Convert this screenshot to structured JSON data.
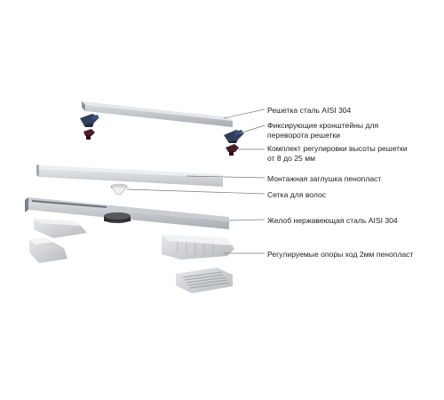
{
  "colors": {
    "steel": "#b9bcc0",
    "steel_dark": "#8c9096",
    "foam": "#d4d6d9",
    "bracket_navy": "#2f3e5c",
    "bracket_dark": "#4a1f25",
    "leader": "#7a7d82",
    "text": "#222222"
  },
  "labels": {
    "grate": "Решетка  сталь AISI 304",
    "brackets": "Фиксирующие кронштейны для\nпереворота решетки",
    "height_kit": "Комплект регулировки высоты решетки\nот 8 до 25 мм",
    "mounting_plug": "Монтажная заглушка  пенопласт",
    "hair_net": "Сетка для волос",
    "channel": "Желоб нержавеющая сталь AISI 304",
    "supports": "Регулируемые опоры ход 2мм пенопласт"
  },
  "icons": {
    "grate": "grate-bar",
    "brackets": "bracket-icon",
    "height_kit": "height-adjuster-icon",
    "mounting_plug": "foam-plug",
    "hair_net": "hair-net-cone",
    "channel": "drain-channel",
    "supports": "foam-support-block"
  }
}
